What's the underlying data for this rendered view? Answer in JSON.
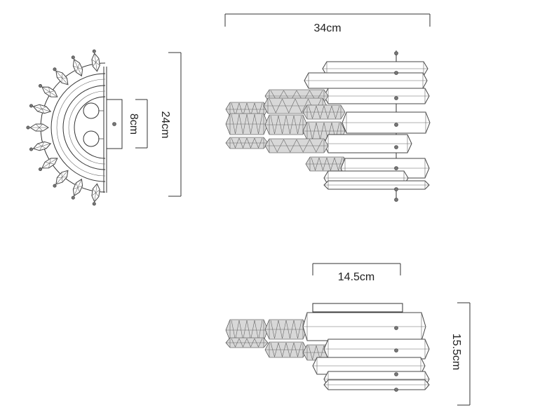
{
  "dimensions": {
    "front_width": "34cm",
    "front_height": "24cm",
    "mount_plate_height": "8cm",
    "depth": "14.5cm",
    "side_height": "15.5cm"
  }
}
